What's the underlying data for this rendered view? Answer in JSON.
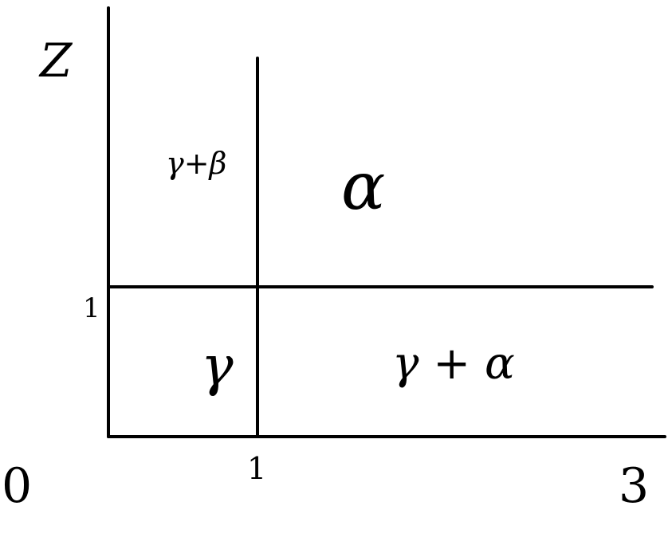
{
  "diagram": {
    "ink_color": "#000000",
    "background_color": "#ffffff",
    "axes": {
      "origin_label": "0",
      "z_label": "Z",
      "x_max_label": "3"
    },
    "ticks": {
      "x_tick_label": "1",
      "y_tick_label": "1"
    },
    "regions": {
      "bottom_left": "γ",
      "top_left": "γ+β",
      "top_right": "α",
      "bottom_right": "γ + α"
    }
  }
}
